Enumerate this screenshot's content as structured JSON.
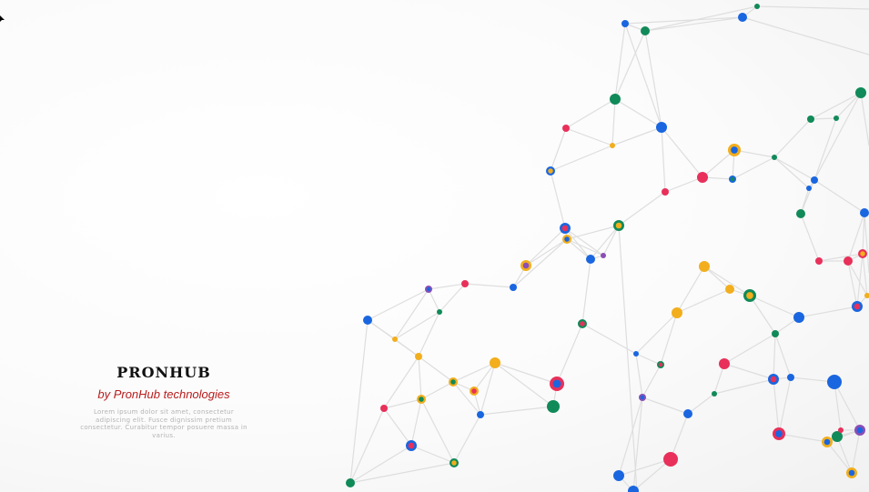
{
  "brand": {
    "title": "PRONHUB",
    "subtitle": "by PronHub technologies",
    "body": "Lorem ipsum dolor sit amet, consectetur adipiscing elit. Fusce dignissim pretium consectetur. Curabitur tempor posuere massa in varius."
  },
  "colors": {
    "blue": "#1a66e0",
    "green": "#108a58",
    "red": "#e8305a",
    "yellow": "#f2ae1c",
    "purple": "#8a4fb5",
    "line": "#dedede",
    "subtitle": "#b81c1c"
  },
  "icons": [
    "pointer-cursor-icon"
  ]
}
